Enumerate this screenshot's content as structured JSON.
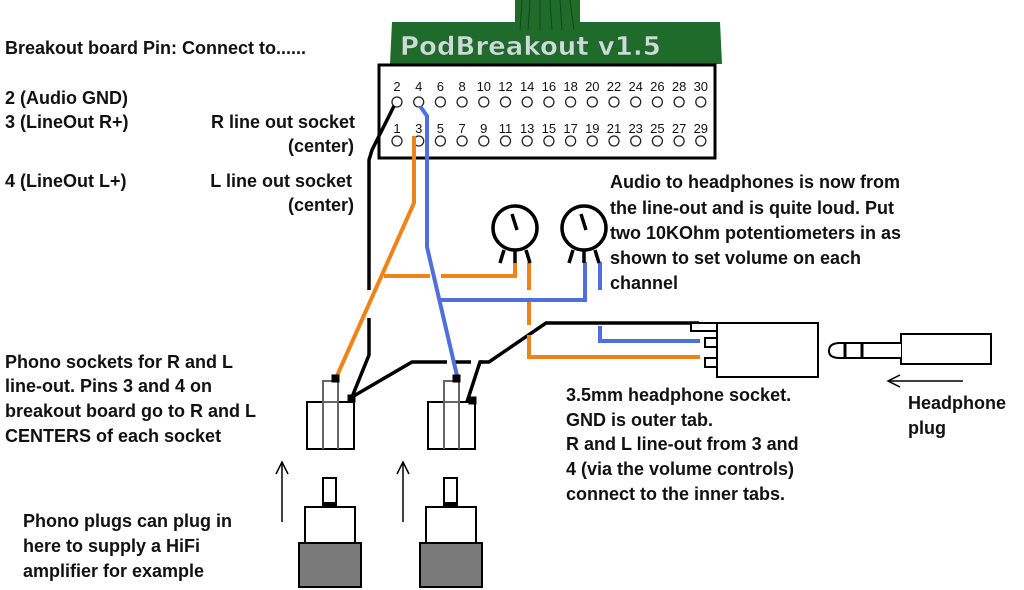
{
  "board": {
    "title": "PodBreakout v1.5",
    "top_pins": [
      "2",
      "4",
      "6",
      "8",
      "10",
      "12",
      "14",
      "16",
      "18",
      "20",
      "22",
      "24",
      "26",
      "28",
      "30"
    ],
    "bottom_pins": [
      "1",
      "3",
      "5",
      "7",
      "9",
      "11",
      "13",
      "15",
      "17",
      "19",
      "21",
      "23",
      "25",
      "27",
      "29"
    ]
  },
  "legend": {
    "header": "Breakout board Pin:  Connect to......",
    "rows": [
      {
        "pin": "2 (Audio GND)",
        "connect": ""
      },
      {
        "pin": "3 (LineOut R+)",
        "connect_line1": "R line out socket",
        "connect_line2": "(center)"
      },
      {
        "pin": "4 (LineOut L+)",
        "connect_line1": "L line out socket",
        "connect_line2": "(center)"
      }
    ]
  },
  "notes": {
    "headphones": [
      "Audio to headphones is now from",
      "the line-out and is quite loud. Put",
      "two 10KOhm potentiometers in as",
      "shown to set volume on each",
      "channel"
    ],
    "phono_sockets": [
      "Phono sockets for R and L",
      "line-out. Pins 3 and 4 on",
      "breakout board go to R and L",
      "CENTERS of each socket"
    ],
    "phono_plugs": [
      "Phono plugs can plug in",
      "here to supply a HiFi",
      "amplifier for example"
    ],
    "headphone_socket": [
      "3.5mm headphone socket.",
      "GND is outer tab.",
      "R and L line-out from 3 and",
      "4 (via the volume controls)",
      "connect to the inner tabs."
    ],
    "headphone_plug": [
      "Headphone",
      "plug"
    ]
  },
  "colors": {
    "wire_gnd": "#000000",
    "wire_right": "#f08318",
    "wire_left": "#4f6fdc",
    "board_green": "#1f6b2a",
    "plug_gray": "#7a7a7a"
  }
}
